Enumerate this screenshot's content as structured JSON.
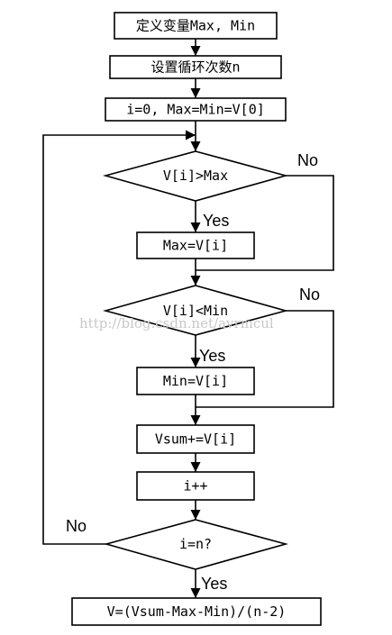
{
  "nodes": {
    "declare_vars": "定义变量Max, Min",
    "set_loop_count": "设置循环次数n",
    "init": "i=0, Max=Min=V[0]",
    "cond_max": "V[i]>Max",
    "assign_max": "Max=V[i]",
    "cond_min": "V[i]<Min",
    "assign_min": "Min=V[i]",
    "accumulate": "Vsum+=V[i]",
    "increment": "i++",
    "cond_end": "i=n?",
    "result": "V=(Vsum-Max-Min)/(n-2)"
  },
  "edge_labels": {
    "max_yes": "Yes",
    "max_no": "No",
    "min_yes": "Yes",
    "min_no": "No",
    "end_yes": "Yes",
    "end_no": "No"
  },
  "watermark": "http://blog.csdn.net/avrmcul"
}
